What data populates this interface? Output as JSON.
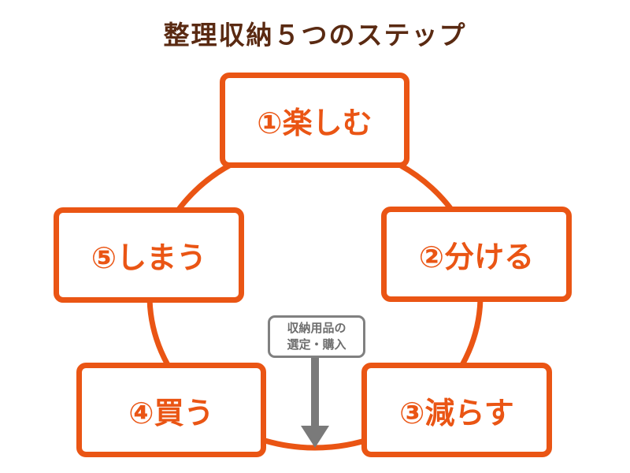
{
  "title": "整理収納５つのステップ",
  "steps": [
    {
      "label": "①楽しむ"
    },
    {
      "label": "②分ける"
    },
    {
      "label": "③減らす"
    },
    {
      "label": "④買う"
    },
    {
      "label": "⑤しまう"
    }
  ],
  "note": {
    "line1": "収納用品の",
    "line2": "選定・購入"
  },
  "colors": {
    "accent": "#ea5514",
    "title": "#5a2a12",
    "note": "#808080"
  }
}
